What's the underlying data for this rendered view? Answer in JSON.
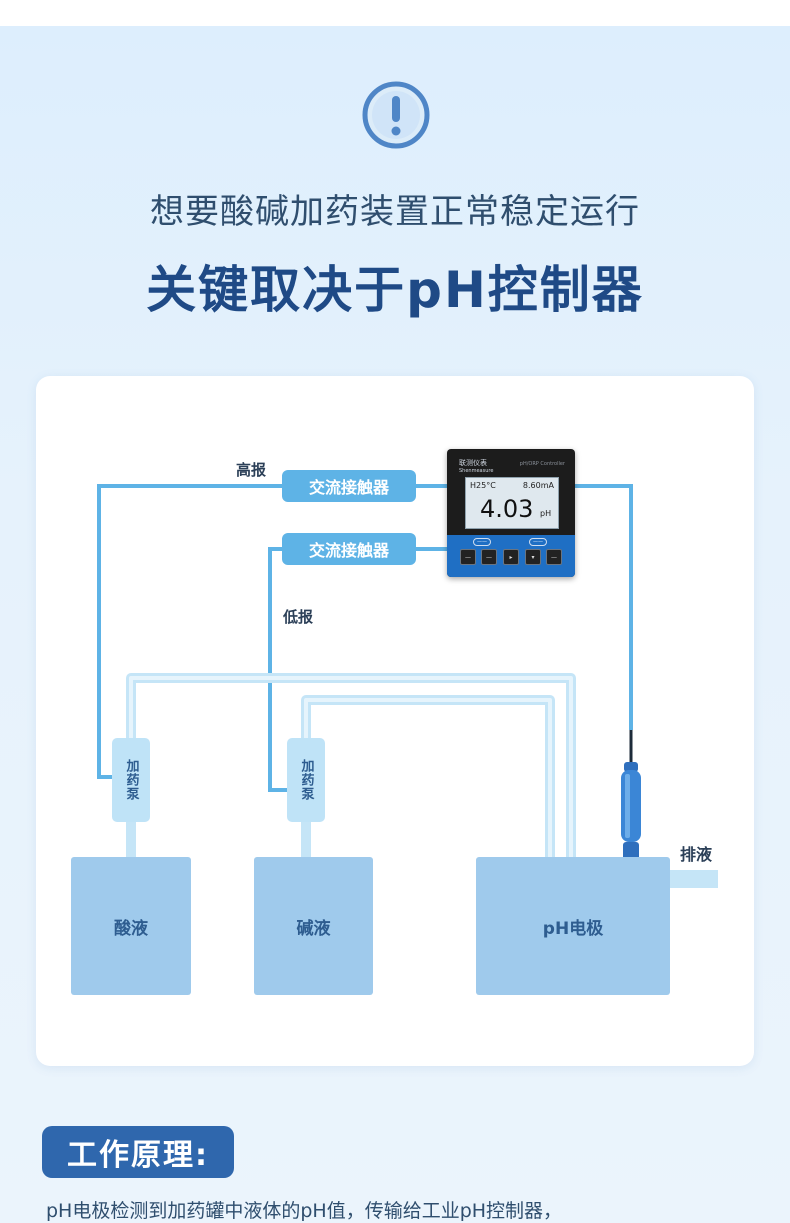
{
  "headline": {
    "line1": "想要酸碱加药装置正常稳定运行",
    "line2": "关键取决于pH控制器"
  },
  "diagram": {
    "high_alarm": "高报",
    "low_alarm": "低报",
    "contactor_top": "交流接触器",
    "contactor_bottom": "交流接触器",
    "pump_left": "加药泵",
    "pump_mid": "加药泵",
    "tank_acid": "酸液",
    "tank_alkali": "碱液",
    "tank_ph": "pH电极",
    "drain": "排液",
    "controller": {
      "brand": "联测仪表",
      "brand_sub": "Shenmeasure",
      "model": "pH/ORP Controller",
      "temp": "H25°C",
      "current": "8.60mA",
      "value": "4.03",
      "unit": "pH"
    }
  },
  "section": {
    "title": "工作原理:",
    "text": "pH电极检测到加药罐中液体的pH值，传输给工业pH控制器，"
  },
  "colors": {
    "accent_dark": "#1f4a86",
    "pipe": "#5eb3e6",
    "tank": "#9fcaec",
    "pump": "#bfe3f7"
  },
  "icons": {
    "warning": "exclamation-circle-icon"
  }
}
